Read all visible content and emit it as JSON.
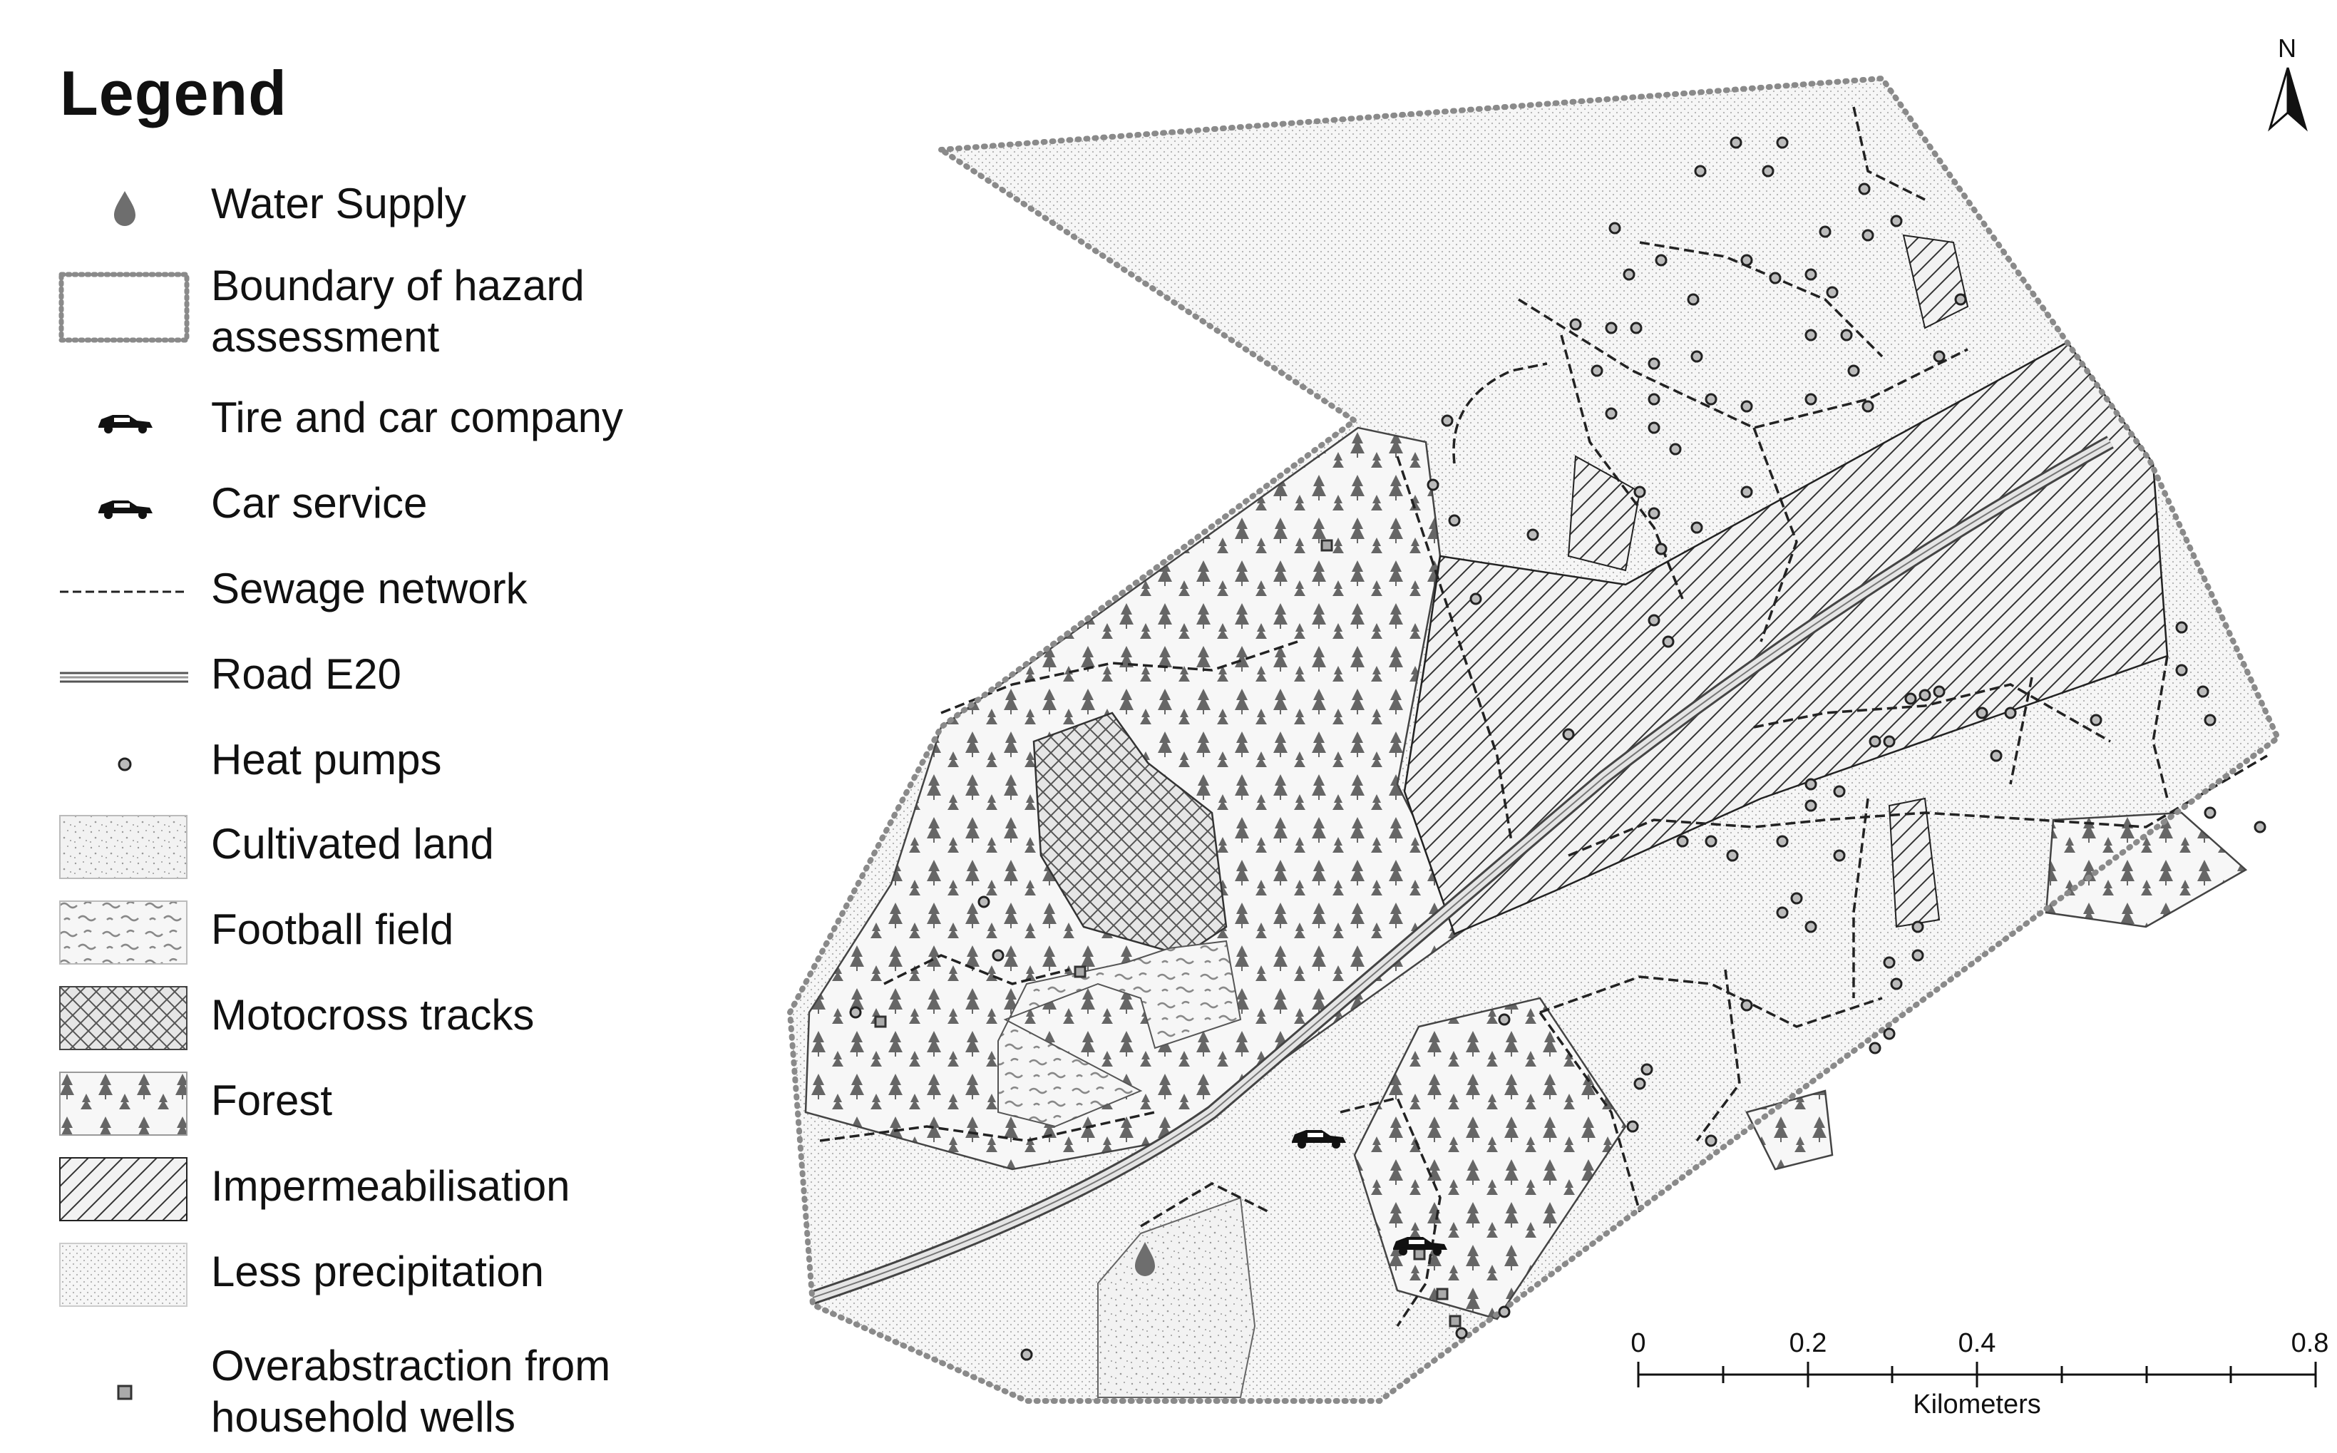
{
  "legend": {
    "title": "Legend",
    "items": [
      {
        "key": "water_supply",
        "label": "Water Supply",
        "icon": "water-drop-icon"
      },
      {
        "key": "boundary",
        "label_lines": [
          "Boundary of hazard",
          "assessment"
        ],
        "icon": "dotted-rectangle-icon"
      },
      {
        "key": "tire_car_company",
        "label": "Tire and car company",
        "icon": "car-icon"
      },
      {
        "key": "car_service",
        "label": "Car service",
        "icon": "car-icon"
      },
      {
        "key": "sewage",
        "label": "Sewage network",
        "icon": "dashed-line-icon"
      },
      {
        "key": "road",
        "label": "Road E20",
        "icon": "double-line-icon"
      },
      {
        "key": "heat_pumps",
        "label": "Heat pumps",
        "icon": "small-circle-icon"
      },
      {
        "key": "cultivated",
        "label": "Cultivated land",
        "icon": "stipple-pattern-icon"
      },
      {
        "key": "football",
        "label": "Football field",
        "icon": "scribble-pattern-icon"
      },
      {
        "key": "motocross",
        "label": "Motocross tracks",
        "icon": "crosshatch-pattern-icon"
      },
      {
        "key": "forest",
        "label": "Forest",
        "icon": "tree-pattern-icon"
      },
      {
        "key": "impermeabilisation",
        "label": "Impermeabilisation",
        "icon": "diagonal-hatch-icon"
      },
      {
        "key": "less_precipitation",
        "label": "Less precipitation",
        "icon": "dot-pattern-icon"
      },
      {
        "key": "overabstraction",
        "label_lines": [
          "Overabstraction from",
          "household wells"
        ],
        "icon": "small-square-icon"
      }
    ]
  },
  "north_arrow": {
    "label": "N",
    "icon": "north-arrow-icon"
  },
  "scale_bar": {
    "tick_labels": [
      "0",
      "0.2",
      "0.4",
      "0.8"
    ],
    "unit": "Kilometers"
  },
  "colors": {
    "symbol_gray": "#8a8a8a",
    "line_dark": "#333333",
    "fill_light": "#f3f3f3",
    "background": "#ffffff"
  }
}
